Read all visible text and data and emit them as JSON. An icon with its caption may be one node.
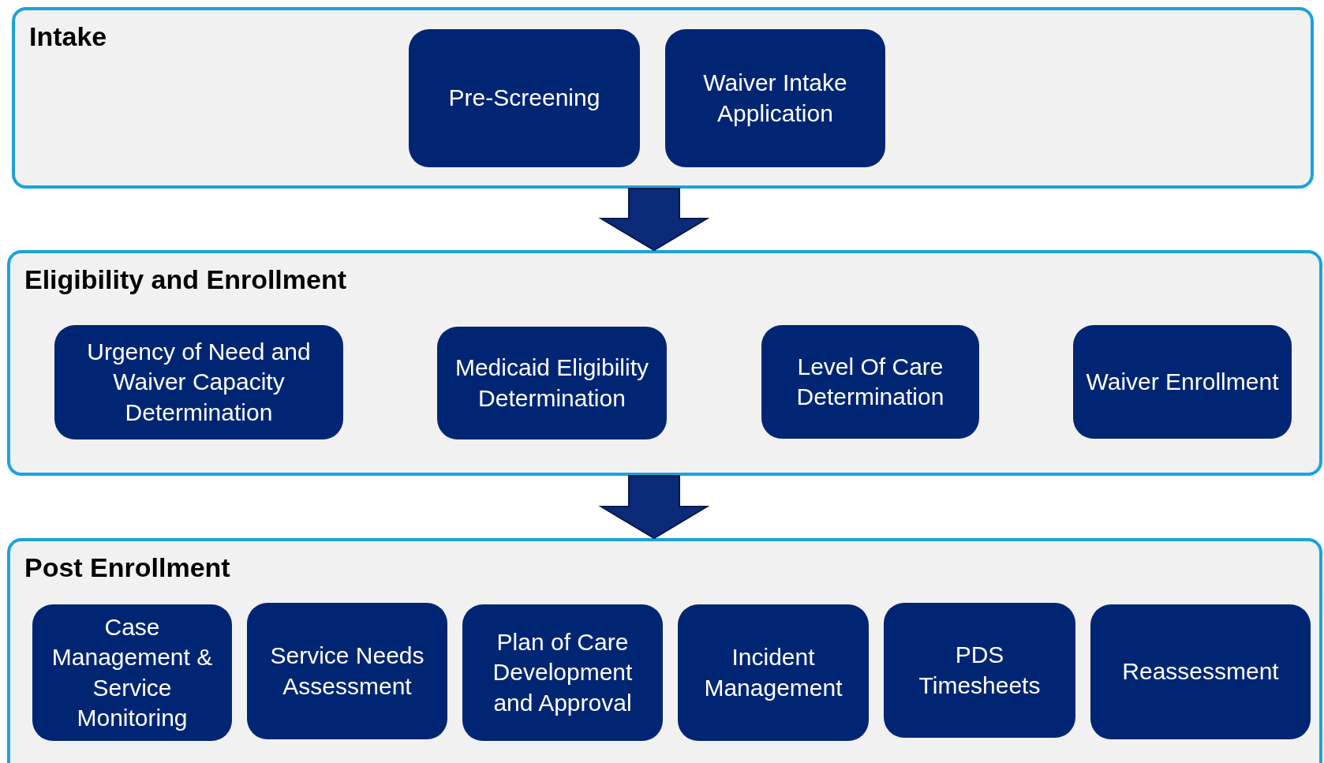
{
  "diagram": {
    "nodes": [
      {
        "text": [
          "Intake"
        ]
      },
      {
        "text": [
          "Pre-Screening"
        ],
        "in": 0
      },
      {
        "text": [
          "Waiver Intake Application"
        ],
        "in": 0
      },
      {
        "text": [
          "Eligibility and Enrollment"
        ]
      },
      {
        "text": [
          "Urgency of Need and Waiver Capacity Determination"
        ],
        "in": 3
      },
      {
        "text": [
          "Medicaid Eligibility Determination"
        ],
        "in": 3
      },
      {
        "text": [
          "Level Of Care Determination"
        ],
        "in": 3
      },
      {
        "text": [
          "Waiver Enrollment"
        ],
        "in": 3
      },
      {
        "text": [
          "Post Enrollment"
        ]
      },
      {
        "text": [
          "Case Management & Service Monitoring"
        ],
        "in": 8
      },
      {
        "text": [
          "Service Needs Assessment"
        ],
        "in": 8
      },
      {
        "text": [
          "Plan of Care Development and Approval"
        ],
        "in": 8
      },
      {
        "text": [
          "Incident Management"
        ],
        "in": 8
      },
      {
        "text": [
          "PDS Timesheets"
        ],
        "in": 8
      },
      {
        "text": [
          "Reassessment"
        ],
        "in": 8
      }
    ],
    "edges": [
      {
        "from": 0,
        "to": 3,
        "arrow": "to",
        "style": "thick"
      },
      {
        "from": 3,
        "to": 8,
        "arrow": "to",
        "style": "thick"
      }
    ]
  }
}
